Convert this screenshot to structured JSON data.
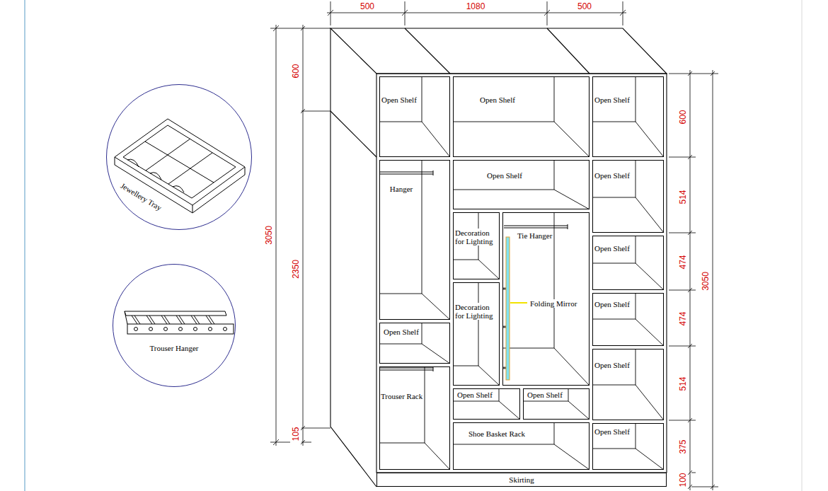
{
  "diagram": {
    "nodes": [
      {
        "text": [
          "Jewellery Tray"
        ]
      },
      {
        "text": [
          "Trouser Hanger"
        ]
      },
      {
        "text": [
          "Open Shelf"
        ]
      },
      {
        "text": [
          "Open Shelf"
        ]
      },
      {
        "text": [
          "Open Shelf"
        ]
      },
      {
        "text": [
          "Hanger"
        ]
      },
      {
        "text": [
          "Open Shelf"
        ]
      },
      {
        "text": [
          "Open Shelf"
        ]
      },
      {
        "text": [
          "Decoration for Lighting"
        ]
      },
      {
        "text": [
          "Tie Hanger",
          "Folding Mirror"
        ]
      },
      {
        "text": [
          "Open Shelf"
        ]
      },
      {
        "text": [
          "Decoration for Lighting"
        ]
      },
      {
        "text": [
          "Open Shelf"
        ]
      },
      {
        "text": [
          "Open Shelf"
        ]
      },
      {
        "text": [
          "Open Shelf"
        ]
      },
      {
        "text": [
          "Trouser Rack"
        ]
      },
      {
        "text": [
          "Open Shelf"
        ]
      },
      {
        "text": [
          "Open Shelf"
        ]
      },
      {
        "text": [
          "Shoe Basket Rack"
        ]
      },
      {
        "text": [
          "Open Shelf"
        ]
      },
      {
        "text": [
          "Skirting"
        ]
      }
    ],
    "labels": [
      "500",
      "1080",
      "500",
      "3050",
      "600",
      "2350",
      "105",
      "600",
      "514",
      "474",
      "474",
      "514",
      "375",
      "100",
      "3050"
    ]
  }
}
